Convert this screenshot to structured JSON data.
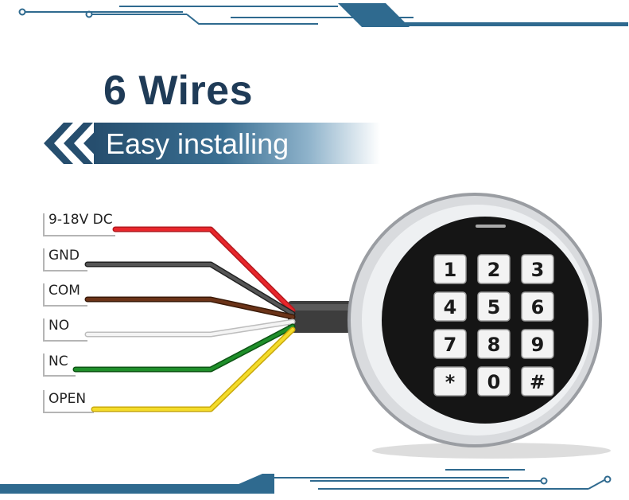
{
  "header": {
    "title": "6 Wires",
    "subtitle": "Easy installing"
  },
  "wires": [
    {
      "label": "9-18V DC",
      "color": "#e8262b"
    },
    {
      "label": "GND",
      "color": "#3a3a3a"
    },
    {
      "label": "COM",
      "color": "#5a2a12"
    },
    {
      "label": "NO",
      "color": "#e9e9e9"
    },
    {
      "label": "NC",
      "color": "#1a7a24"
    },
    {
      "label": "OPEN",
      "color": "#f0d21a"
    }
  ],
  "keypad": {
    "keys": [
      "1",
      "2",
      "3",
      "4",
      "5",
      "6",
      "7",
      "8",
      "9",
      "*",
      "0",
      "#"
    ]
  },
  "colors": {
    "accent": "#2f6a8f",
    "dark_accent": "#1f3b57"
  }
}
